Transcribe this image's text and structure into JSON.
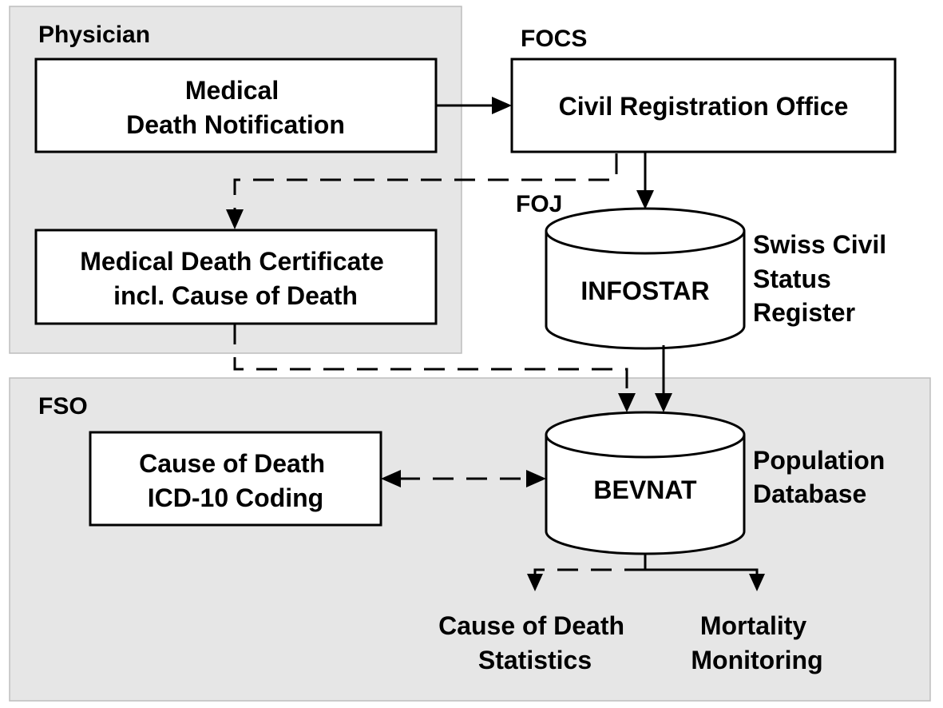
{
  "regions": {
    "physician": {
      "label": "Physician"
    },
    "fso": {
      "label": "FSO"
    }
  },
  "labels": {
    "focs": "FOCS",
    "foj": "FOJ"
  },
  "nodes": {
    "medical_death_notification": {
      "lines": [
        "Medical",
        "Death Notification"
      ]
    },
    "civil_registration_office": {
      "lines": [
        "Civil Registration Office"
      ]
    },
    "medical_death_certificate": {
      "lines": [
        "Medical Death Certificate",
        "incl. Cause of Death"
      ]
    },
    "infostar": {
      "lines": [
        "INFOSTAR"
      ]
    },
    "icd10_coding": {
      "lines": [
        "Cause of Death",
        "ICD-10 Coding"
      ]
    },
    "bevnat": {
      "lines": [
        "BEVNAT"
      ]
    }
  },
  "annotations": {
    "swiss_civil_status_register": {
      "lines": [
        "Swiss Civil",
        "Status",
        "Register"
      ]
    },
    "population_database": {
      "lines": [
        "Population",
        "Database"
      ]
    },
    "cause_of_death_statistics": {
      "lines": [
        "Cause of Death",
        "Statistics"
      ]
    },
    "mortality_monitoring": {
      "lines": [
        "Mortality",
        "Monitoring"
      ]
    }
  },
  "colors": {
    "region_fill": "#e6e6e6",
    "stroke": "#000000",
    "box_fill": "#ffffff"
  }
}
